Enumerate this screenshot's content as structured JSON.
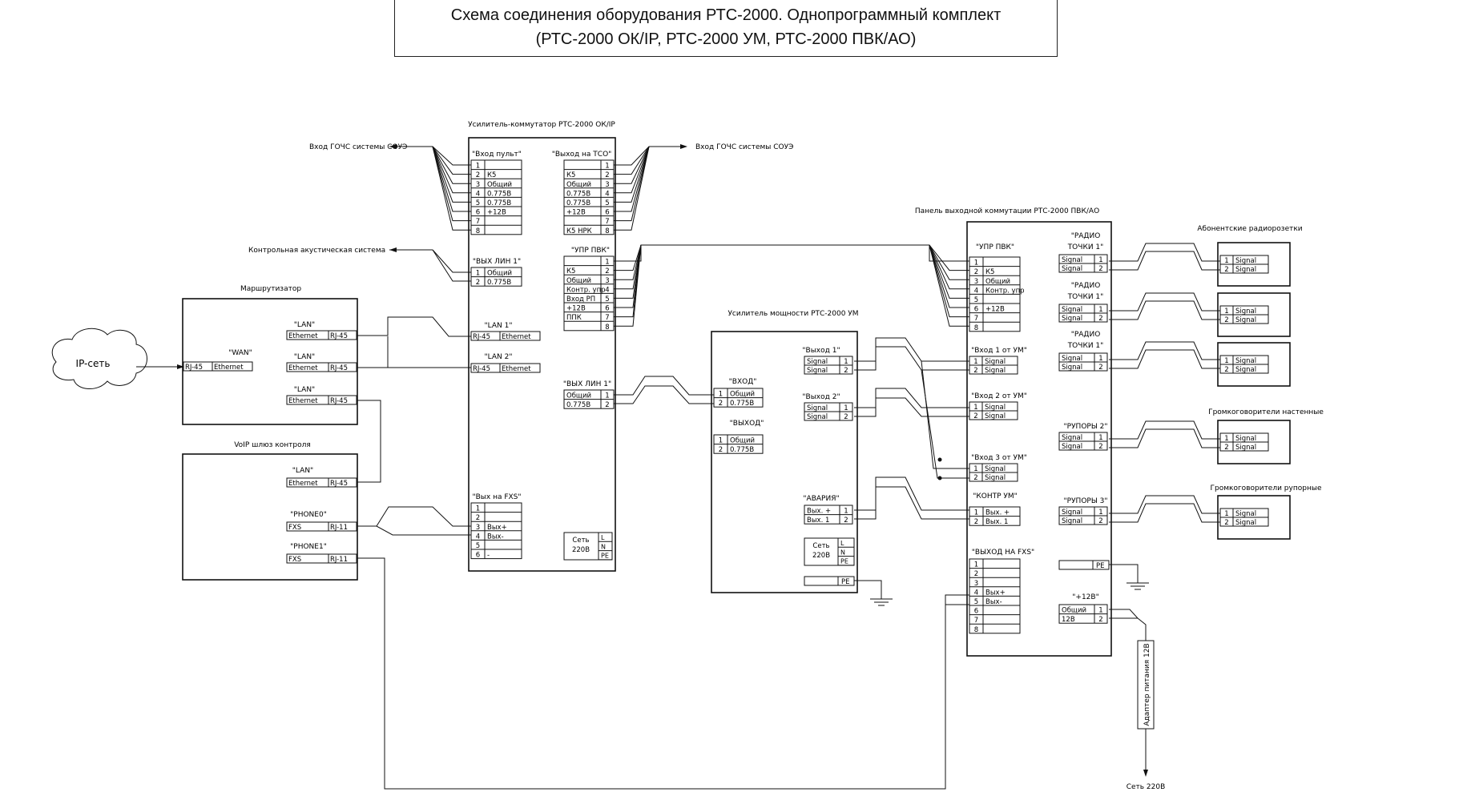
{
  "title": {
    "line1": "Схема соединения оборудования РТС-2000. Однопрограммный комплект",
    "line2": "(РТС-2000 ОК/IP, РТС-2000 УМ, РТС-2000 ПВК/АО)"
  },
  "labels": {
    "ip_net": "IP-сеть",
    "router": "Маршрутизатор",
    "voip": "VoIP шлюз контроля",
    "ok_title": "Усилитель-коммутатор РТС-2000 ОК/IP",
    "um_title": "Усилитель мощности РТС-2000 УМ",
    "pvk_title": "Панель выходной коммутации РТС-2000 ПВК/АО",
    "gochs_in_left": "Вход ГОЧС системы СОУЭ",
    "gochs_in_right": "Вход ГОЧС системы СОУЭ",
    "control_speaker": "Контрольная акустическая система",
    "subscriber_sockets": "Абонентские радиорозетки",
    "wall_speakers": "Громкоговорители настенные",
    "horn_speakers": "Громкоговорители рупорные",
    "adapter": "Адаптер питания 12В",
    "mains": "Сеть 220В"
  },
  "ports": {
    "wan": "\"WAN\"",
    "lan": "\"LAN\"",
    "phone0": "\"PHONE0\"",
    "phone1": "\"PHONE1\"",
    "rj45": "RJ-45",
    "rj11": "RJ-11",
    "ethernet": "Ethernet",
    "fxs": "FXS"
  },
  "ok": {
    "vhod_pult": "\"Вход пульт\"",
    "vhod_pult_rows": [
      "",
      "К5",
      "Общий",
      "0.775В",
      "0.775В",
      "+12В",
      "",
      ""
    ],
    "vyhod_tso": "\"Выход на ТСО\"",
    "vyhod_tso_rows": [
      "",
      "К5",
      "Общий",
      "0.775В",
      "0.775В",
      "+12В",
      "",
      "К5 НРК"
    ],
    "vyh_lin1_left": "\"ВЫХ ЛИН 1\"",
    "vyh_lin1_left_rows": [
      "Общий",
      "0.775В"
    ],
    "upr_pvk": "\"УПР ПВК\"",
    "upr_pvk_rows": [
      "",
      "К5",
      "Общий",
      "Контр. упр",
      "Вход РП",
      "+12В",
      "ППК",
      ""
    ],
    "lan1": "\"LAN 1\"",
    "lan2": "\"LAN 2\"",
    "vyh_lin1_right": "\"ВЫХ ЛИН 1\"",
    "vyh_lin1_right_rows": [
      "Общий",
      "0.775В"
    ],
    "fxs_block": "\"Вых на FXS\"",
    "fxs_rows": [
      "",
      "",
      "Вых+",
      "Вых-",
      "",
      "-"
    ],
    "set_line1": "Сеть",
    "set_line2": "220В",
    "lnpe": [
      "L",
      "N",
      "PE"
    ]
  },
  "um": {
    "vhod": "\"ВХОД\"",
    "vhod_rows": [
      "Общий",
      "0.775В"
    ],
    "vyhod": "\"ВЫХОД\"",
    "vyhod_rows": [
      "Общий",
      "0.775В"
    ],
    "vyhod1": "\"Выход 1\"",
    "vyhod2": "\"Выход 2\"",
    "signal": "Signal",
    "avaria": "\"АВАРИЯ\"",
    "avaria_rows": [
      "Вых. +",
      "Вых. 1"
    ],
    "set_line1": "Сеть",
    "set_line2": "220В",
    "lnpe": [
      "L",
      "N",
      "PE"
    ],
    "pe": "PE"
  },
  "pvk": {
    "upr_pvk": "\"УПР ПВК\"",
    "upr_pvk_rows": [
      "",
      "К5",
      "Общий",
      "Контр. упр",
      "",
      "+12В",
      "",
      ""
    ],
    "vhod1": "\"Вход 1 от УМ\"",
    "vhod2": "\"Вход 2 от УМ\"",
    "vhod3": "\"Вход 3 от УМ\"",
    "kontr_um": "\"КОНТР УМ\"",
    "kontr_um_rows": [
      "Вых. +",
      "Вых. 1"
    ],
    "vyhod_fxs": "\"ВЫХОД НА FXS\"",
    "vyhod_fxs_rows": [
      "",
      "",
      "",
      "Вых+",
      "Вых-",
      "",
      "",
      ""
    ],
    "radio1_l1": "\"РАДИО",
    "radio1_l2": "ТОЧКИ 1\"",
    "rupory2": "\"РУПОРЫ 2\"",
    "rupory3": "\"РУПОРЫ 3\"",
    "plus12": "\"+12В\"",
    "plus12_rows": [
      "Общий",
      "12В"
    ],
    "pe": "PE",
    "signal": "Signal"
  }
}
